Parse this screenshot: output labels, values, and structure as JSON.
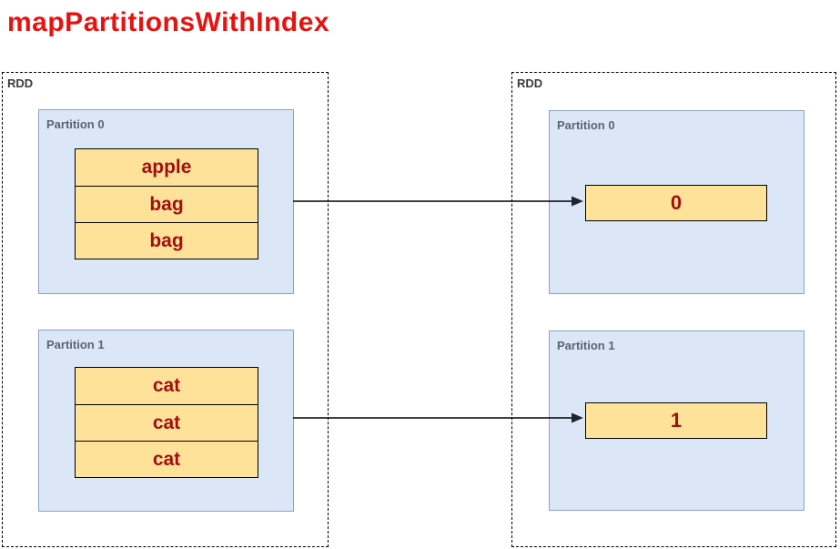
{
  "title": "mapPartitionsWithIndex",
  "colors": {
    "title_red": "#e8120f",
    "item_text_red": "#a30f0f",
    "item_fill_yellow": "#ffe29a",
    "partition_fill_blue": "#dbe6f7",
    "partition_border_blue": "#8ca3c2",
    "rdd_border": "#000000"
  },
  "input_rdd": {
    "label": "RDD",
    "partitions": [
      {
        "label": "Partition 0",
        "items": [
          "apple",
          "bag",
          "bag"
        ]
      },
      {
        "label": "Partition 1",
        "items": [
          "cat",
          "cat",
          "cat"
        ]
      }
    ]
  },
  "output_rdd": {
    "label": "RDD",
    "partitions": [
      {
        "label": "Partition 0",
        "value": "0"
      },
      {
        "label": "Partition 1",
        "value": "1"
      }
    ]
  }
}
